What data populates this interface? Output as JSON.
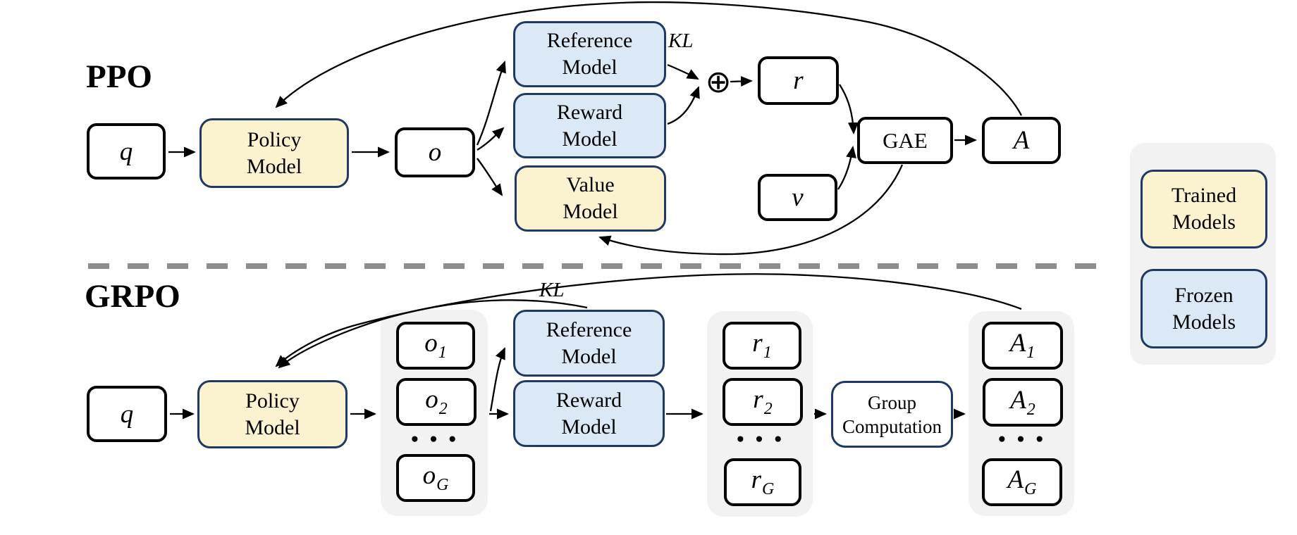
{
  "colors": {
    "yellow": "#FBF2CF",
    "blue": "#DBE9F6",
    "navy": "#1F3864",
    "panelgray": "#F2F2F2",
    "dashgray": "#8C8C8C",
    "ink": "#000000"
  },
  "ppo": {
    "section_label": "PPO",
    "q": "q",
    "policy_line1": "Policy",
    "policy_line2": "Model",
    "o": "o",
    "reference_line1": "Reference",
    "reference_line2": "Model",
    "reward_line1": "Reward",
    "reward_line2": "Model",
    "value_line1": "Value",
    "value_line2": "Model",
    "kl": "KL",
    "oplus_symbol": "⊕",
    "r": "r",
    "v": "v",
    "gae": "GAE",
    "advantage": "A"
  },
  "grpo": {
    "section_label": "GRPO",
    "q": "q",
    "policy_line1": "Policy",
    "policy_line2": "Model",
    "kl": "KL",
    "reference_line1": "Reference",
    "reference_line2": "Model",
    "reward_line1": "Reward",
    "reward_line2": "Model",
    "group_line1": "Group",
    "group_line2": "Computation",
    "dots": "• • •",
    "outputs": [
      {
        "base": "o",
        "sub": "1"
      },
      {
        "base": "o",
        "sub": "2"
      },
      {
        "base": "o",
        "sub": "G"
      }
    ],
    "rewards": [
      {
        "base": "r",
        "sub": "1"
      },
      {
        "base": "r",
        "sub": "2"
      },
      {
        "base": "r",
        "sub": "G"
      }
    ],
    "advantages": [
      {
        "base": "A",
        "sub": "1"
      },
      {
        "base": "A",
        "sub": "2"
      },
      {
        "base": "A",
        "sub": "G"
      }
    ]
  },
  "legend": {
    "trained_line1": "Trained",
    "trained_line2": "Models",
    "frozen_line1": "Frozen",
    "frozen_line2": "Models"
  }
}
